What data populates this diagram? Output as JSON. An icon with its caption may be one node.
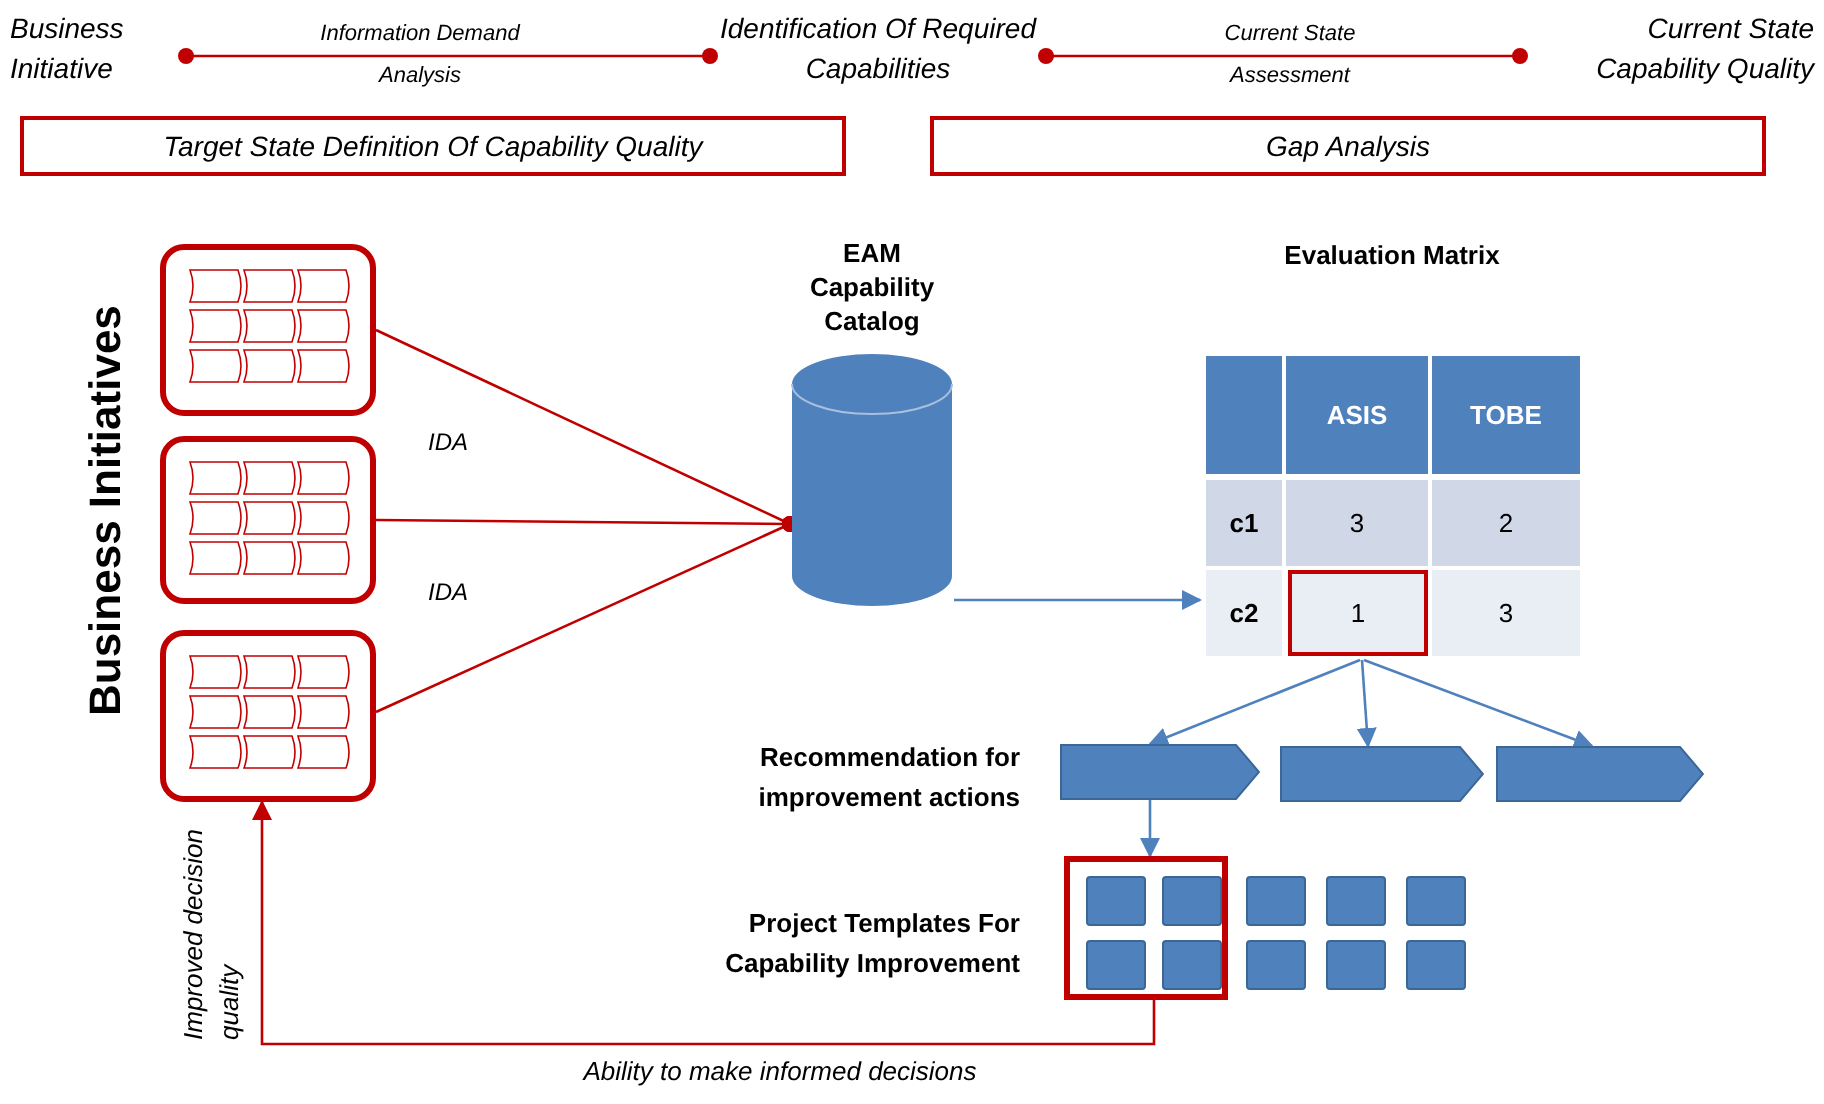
{
  "diagram": {
    "nodes": [
      {
        "text": [
          "Business Initiative"
        ]
      },
      {
        "text": [
          "Identification Of Required Capabilities"
        ]
      },
      {
        "text": [
          "Current State Capability Quality"
        ]
      },
      {
        "text": [
          "Target State Definition Of Capability Quality"
        ]
      },
      {
        "text": [
          "Gap Analysis"
        ]
      },
      {
        "text": [],
        "shape": "box"
      },
      {
        "text": [],
        "shape": "box"
      },
      {
        "text": [],
        "shape": "box"
      },
      {
        "text": [
          "EAM Capability Catalog"
        ]
      },
      {
        "text": [
          "Evaluation Matrix"
        ]
      },
      {
        "text": [],
        "shape": "chevron"
      },
      {
        "text": [],
        "shape": "chevron"
      },
      {
        "text": [],
        "shape": "chevron"
      },
      {
        "text": [],
        "shape": "box"
      },
      {
        "text": [],
        "shape": "box",
        "in": 13
      },
      {
        "text": [],
        "shape": "box",
        "in": 13
      },
      {
        "text": [],
        "shape": "box",
        "in": 13
      },
      {
        "text": [],
        "shape": "box",
        "in": 13
      },
      {
        "text": [],
        "shape": "box"
      },
      {
        "text": [],
        "shape": "box"
      },
      {
        "text": [],
        "shape": "box"
      },
      {
        "text": [],
        "shape": "box"
      },
      {
        "text": [],
        "shape": "box"
      },
      {
        "text": [],
        "shape": "box"
      }
    ],
    "edges": [
      {
        "from": 0,
        "to": 1,
        "arrow": "other",
        "label": "Information Demand Analysis"
      },
      {
        "from": 1,
        "to": 2,
        "arrow": "other",
        "label": "Current State Assessment"
      },
      {
        "from": 5,
        "to": 8,
        "arrow": "other"
      },
      {
        "from": 6,
        "to": 8,
        "arrow": "other"
      },
      {
        "from": 7,
        "to": 8,
        "arrow": "other"
      },
      {
        "from": 8,
        "to": 9,
        "arrow": "to",
        "color": "#4f81bd"
      },
      {
        "from": 9,
        "to": 10,
        "arrow": "to",
        "color": "#4f81bd"
      },
      {
        "from": 9,
        "to": 11,
        "arrow": "to",
        "color": "#4f81bd"
      },
      {
        "from": 9,
        "to": 12,
        "arrow": "to",
        "color": "#4f81bd"
      },
      {
        "from": 10,
        "to": 13,
        "arrow": "to",
        "color": "#4f81bd"
      },
      {
        "from": 13,
        "to": 7,
        "arrow": "to",
        "label": "Ability to make informed decisions"
      }
    ],
    "labels": [
      "Business Initiatives",
      "IDA",
      "IDA",
      "ASIS",
      "TOBE",
      "c1",
      "3",
      "2",
      "c2",
      "1",
      "3",
      "Recommendation for improvement actions",
      "Project Templates For Capability Improvement",
      "Improved decision quality"
    ]
  }
}
